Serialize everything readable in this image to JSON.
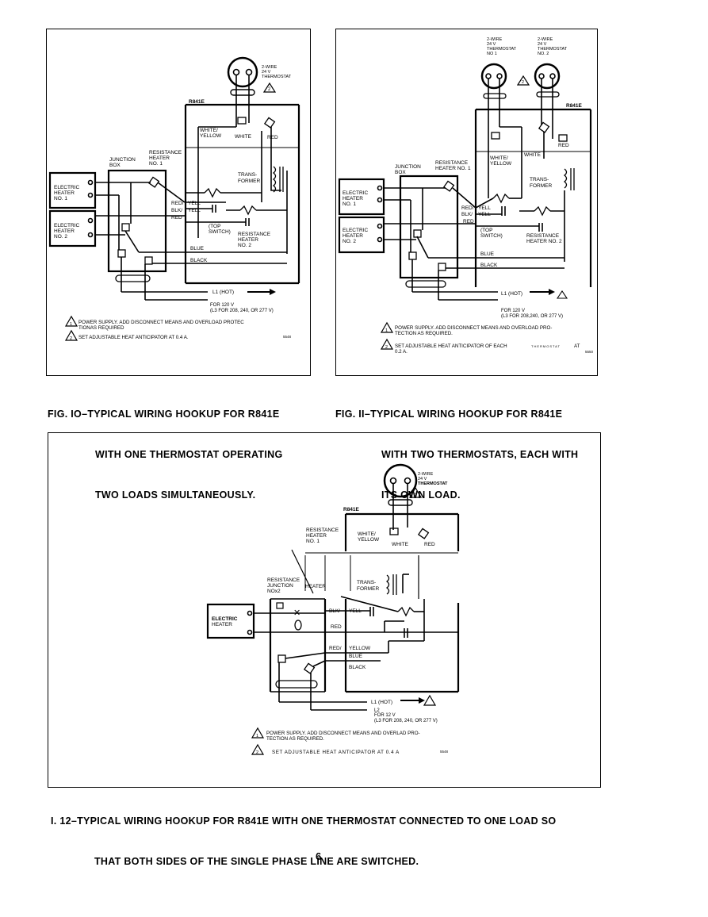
{
  "fig10": {
    "thermostat": [
      "2-WIRE",
      "24 V",
      "THERMOSTAT"
    ],
    "note_marker_2": "2",
    "relay": "R841E",
    "white_yellow": [
      "WHITE/",
      "YELLOW"
    ],
    "white": "WHITE",
    "red": "RED",
    "transformer": [
      "TRANS-",
      "FORMER"
    ],
    "junction_box": [
      "JUNCTION",
      "BOX"
    ],
    "resistance_heater_1": [
      "RESISTANCE",
      "HEATER",
      "NO. 1"
    ],
    "heater_1": [
      "ELECTRIC",
      "HEATER",
      "NO. 1"
    ],
    "heater_2": [
      "ELECTRIC",
      "HEATER",
      "NO. 2"
    ],
    "wire_red_yell": "RED/",
    "wire_yell": "YELL",
    "wire_blk_yell": "BLK/",
    "wire_red": "RED",
    "top_switch": [
      "(TOP",
      "SWITCH)"
    ],
    "resistance_heater_2": [
      "RESISTANCE",
      "HEATER",
      "NO. 2"
    ],
    "blue": "BLUE",
    "black": "BLACK",
    "l1_hot": "L1 (HOT)",
    "l2": [
      "FOR 120 V",
      "(L3 FOR 208, 240, OR 277 V)"
    ],
    "note1_marker": "1",
    "note1": [
      "POWER SUPPLY. ADD DISCONNECT MEANS AND OVERLOAD PROTEC",
      "TIONAS REQUIRED"
    ],
    "note2": "SET ADJUSTABLE HEAT ANTICIPATOR AT 0.4 A.",
    "ref": "5548",
    "caption": [
      "FIG. IO–TYPICAL WIRING HOOKUP FOR R841E",
      "WITH ONE THERMOSTAT OPERATING",
      "TWO LOADS SIMULTANEOUSLY."
    ]
  },
  "fig11": {
    "thermostat_1": [
      "2-WIRE",
      "24 V",
      "THERMOSTAT",
      "NO 1"
    ],
    "thermostat_2": [
      "2-WIRE",
      "24 V",
      "THERMOSTAT",
      "NO. 2"
    ],
    "note_marker_2": "2",
    "relay": "R841E",
    "red": "RED",
    "white": "WHITE",
    "white_yellow": [
      "WHITE/",
      "YELLOW"
    ],
    "transformer": [
      "TRANS-",
      "FORMER"
    ],
    "junction_box": [
      "JUNCTION",
      "BOX"
    ],
    "resistance_heater_1": [
      "RESISTANCE",
      "HEATER NO. 1"
    ],
    "heater_1": [
      "ELECTRIC",
      "HEATER",
      "NO. 1"
    ],
    "heater_2": [
      "ELECTRIC",
      "HEATER",
      "NO. 2"
    ],
    "wire_red_yell": "RED/",
    "wire_yell": "YELL",
    "wire_blk_yell": "BLK/",
    "wire_red": "RED",
    "top_switch": [
      "(TOP",
      "SWITCH)"
    ],
    "resistance_heater_2": [
      "RESISTANCE",
      "HEATER NO. 2"
    ],
    "blue": "BLUE",
    "black": "BLACK",
    "l1_hot": "L1 (HOT)",
    "l2": [
      "FOR 120 V",
      "(L3 FOR 208,240, OR 277 V)"
    ],
    "note1_marker": "1",
    "note1": [
      "POWER SUPPLY. ADD DISCONNECT MEANS AND OVERLOAD PRO-",
      "TECTION AS REQUIRED."
    ],
    "note2": [
      "SET ADJUSTABLE HEAT ANTICIPATOR OF EACH",
      "THERMOSTAT",
      "AT",
      "0.2 A."
    ],
    "ref": "5550",
    "caption": [
      "FIG. II–TYPICAL WIRING HOOKUP FOR R841E",
      "WITH TWO THERMOSTATS, EACH WITH",
      "ITS OWN LOAD."
    ]
  },
  "fig12": {
    "thermostat": [
      "2-WIRE",
      "24 V",
      "THERMOSTAT"
    ],
    "note_marker_2": "2",
    "relay": "R841E",
    "resistance_heater_1": [
      "RESISTANCE",
      "HEATER",
      "NO. 1"
    ],
    "white_yellow": [
      "WHITE/",
      "YELLOW"
    ],
    "white": "WHITE",
    "red": "RED",
    "resistance_heater_2": [
      "RESISTANCE",
      "JUNCTION",
      "NOx2"
    ],
    "heater_word": "HEATER",
    "transformer": [
      "TRANS-",
      "FORMER"
    ],
    "electric_heater": [
      "ELECTRIC",
      "HEATER"
    ],
    "wire_blk_yell": "BLK/",
    "wire_yell": "YELL",
    "wire_red": "RED",
    "wire_red_yellow": "RED/",
    "wire_yellow": "YELLOW",
    "blue": "BLUE",
    "black": "BLACK",
    "l1_hot": "L1 (HOT)",
    "l2": [
      "L2",
      "FOR 12 V",
      "(L3 FOR 208, 240, OR 277 V)"
    ],
    "note1_marker": "1",
    "note1": [
      "POWER SUPPLY. ADD DISCONNECT MEANS AND OVERLAD PRO-",
      "TECTION AS REQUIRED."
    ],
    "note2": "SET  ADJUSTABLE  HEAT  ANTICIPATOR AT  0.4 A",
    "ref": "5548",
    "caption": [
      "I. 12–TYPICAL WIRING HOOKUP FOR R841E WITH ONE THERMOSTAT CONNECTED TO ONE LOAD SO",
      "THAT BOTH SIDES OF THE SINGLE PHASE LINE ARE SWITCHED."
    ]
  },
  "page_number": "6"
}
